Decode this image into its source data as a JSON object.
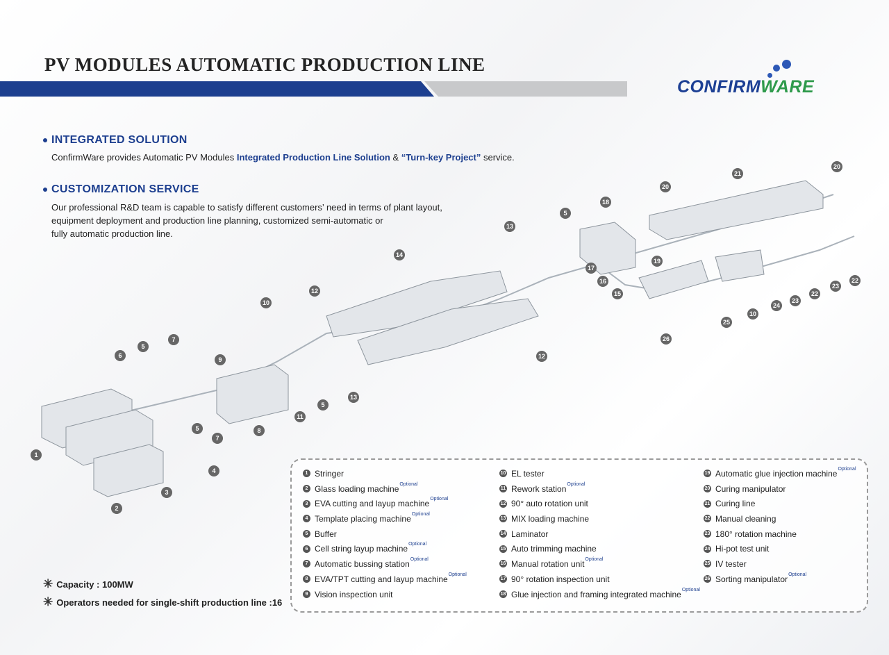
{
  "header": {
    "title": "PV MODULES AUTOMATIC PRODUCTION LINE",
    "logo_part1": "CONFIRM",
    "logo_part2": "WARE"
  },
  "integrated": {
    "heading": "INTEGRATED SOLUTION",
    "text_pre": "ConfirmWare provides Automatic PV Modules ",
    "text_hl1": "Integrated Production Line Solution",
    "text_mid": " & ",
    "text_hl2": "“Turn-key Project”",
    "text_post": " service."
  },
  "customization": {
    "heading": "CUSTOMIZATION SERVICE",
    "line1": "Our professional R&D team is capable to satisfy different customers’ need in terms of plant layout,",
    "line2": "equipment deployment and production line planning, customized semi-automatic or",
    "line3": "fully automatic production line."
  },
  "legend": {
    "optional_tag": "Optional",
    "col1": [
      {
        "num": "1",
        "label": "Stringer",
        "optional": false
      },
      {
        "num": "2",
        "label": "Glass loading machine",
        "optional": true
      },
      {
        "num": "3",
        "label": "EVA cutting and layup machine",
        "optional": true
      },
      {
        "num": "4",
        "label": "Template placing machine",
        "optional": true
      },
      {
        "num": "5",
        "label": "Buffer",
        "optional": false
      },
      {
        "num": "6",
        "label": "Cell string layup machine",
        "optional": true
      },
      {
        "num": "7",
        "label": "Automatic bussing station",
        "optional": true
      },
      {
        "num": "8",
        "label": "EVA/TPT cutting and layup machine",
        "optional": true
      },
      {
        "num": "9",
        "label": "Vision inspection unit",
        "optional": false
      }
    ],
    "col2": [
      {
        "num": "10",
        "label": "EL tester",
        "optional": false
      },
      {
        "num": "11",
        "label": "Rework station",
        "optional": true
      },
      {
        "num": "12",
        "label": "90° auto rotation unit",
        "optional": false
      },
      {
        "num": "13",
        "label": "MIX loading machine",
        "optional": false
      },
      {
        "num": "14",
        "label": "Laminator",
        "optional": false
      },
      {
        "num": "15",
        "label": "Auto trimming machine",
        "optional": false
      },
      {
        "num": "16",
        "label": "Manual rotation unit",
        "optional": true
      },
      {
        "num": "17",
        "label": "90° rotation inspection unit",
        "optional": false
      },
      {
        "num": "18",
        "label": "Glue injection and framing integrated machine",
        "optional": true
      }
    ],
    "col3": [
      {
        "num": "19",
        "label": "Automatic glue injection machine",
        "optional": true
      },
      {
        "num": "20",
        "label": "Curing manipulator",
        "optional": false
      },
      {
        "num": "21",
        "label": "Curing line",
        "optional": false
      },
      {
        "num": "22",
        "label": "Manual cleaning",
        "optional": false
      },
      {
        "num": "23",
        "label": "180° rotation machine",
        "optional": false
      },
      {
        "num": "24",
        "label": "Hi-pot test unit",
        "optional": false
      },
      {
        "num": "25",
        "label": "IV tester",
        "optional": false
      },
      {
        "num": "26",
        "label": "Sorting manipulator",
        "optional": true
      }
    ]
  },
  "stats": {
    "capacity": "Capacity : 100MW",
    "operators": "Operators needed for single-shift production line :16"
  },
  "diagram": {
    "callouts": [
      "1",
      "2",
      "3",
      "4",
      "5",
      "5",
      "5",
      "5",
      "6",
      "7",
      "7",
      "8",
      "9",
      "10",
      "10",
      "11",
      "12",
      "12",
      "13",
      "13",
      "14",
      "15",
      "16",
      "17",
      "18",
      "19",
      "20",
      "20",
      "21",
      "22",
      "22",
      "23",
      "23",
      "24",
      "25",
      "26"
    ]
  },
  "colors": {
    "brand_blue": "#1d3f8f",
    "brand_green": "#2e9a4b",
    "stripe_grey": "#c8c9cb"
  }
}
